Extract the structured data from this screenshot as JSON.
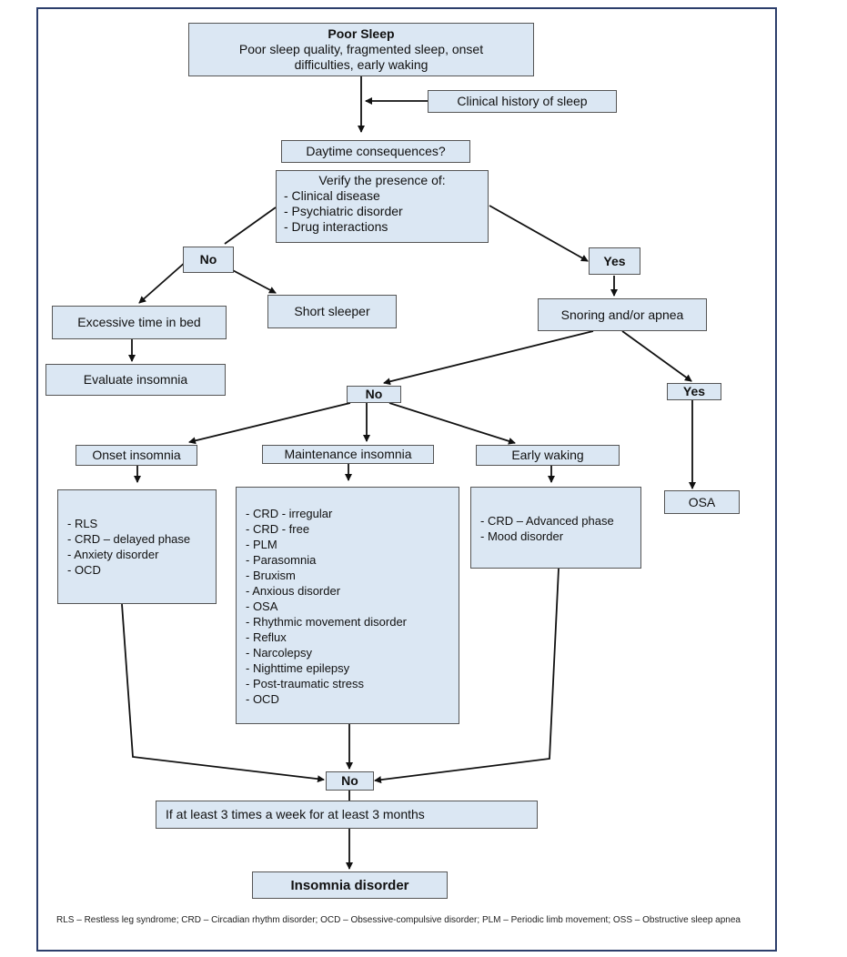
{
  "poor_sleep": {
    "title": "Poor Sleep",
    "text": "Poor sleep quality, fragmented sleep, onset difficulties, early waking"
  },
  "clinical_history": "Clinical history of sleep",
  "daytime": "Daytime consequences?",
  "verify": {
    "title": "Verify the presence of:",
    "items": [
      "- Clinical disease",
      "- Psychiatric disorder",
      "- Drug interactions"
    ]
  },
  "no_1": "No",
  "yes_1": "Yes",
  "excessive_time": "Excessive time in bed",
  "short_sleeper": "Short sleeper",
  "evaluate_insomnia": "Evaluate insomnia",
  "snoring": "Snoring and/or apnea",
  "no_2": "No",
  "yes_2": "Yes",
  "osa": "OSA",
  "onset": {
    "label": "Onset insomnia",
    "items": [
      "- RLS",
      "- CRD – delayed phase",
      "- Anxiety disorder",
      "- OCD"
    ]
  },
  "maintenance": {
    "label": "Maintenance insomnia",
    "items": [
      "- CRD - irregular",
      "- CRD - free",
      "- PLM",
      "- Parasomnia",
      "- Bruxism",
      "- Anxious disorder",
      "- OSA",
      "- Rhythmic movement disorder",
      "- Reflux",
      "- Narcolepsy",
      "- Nighttime epilepsy",
      "- Post-traumatic stress",
      "- OCD"
    ]
  },
  "early": {
    "label": "Early waking",
    "items": [
      "- CRD – Advanced phase",
      "- Mood disorder"
    ]
  },
  "no_3": "No",
  "frequency": "If at least 3 times a week for at least 3 months",
  "insomnia_disorder": "Insomnia disorder",
  "footnote": "RLS – Restless leg syndrome; CRD – Circadian rhythm disorder;  OCD – Obsessive-compulsive disorder; PLM – Periodic limb movement; OSS – Obstructive sleep apnea",
  "colors": {
    "box_fill": "#dbe7f3",
    "box_border": "#555555",
    "frame": "#2c3e6b"
  }
}
